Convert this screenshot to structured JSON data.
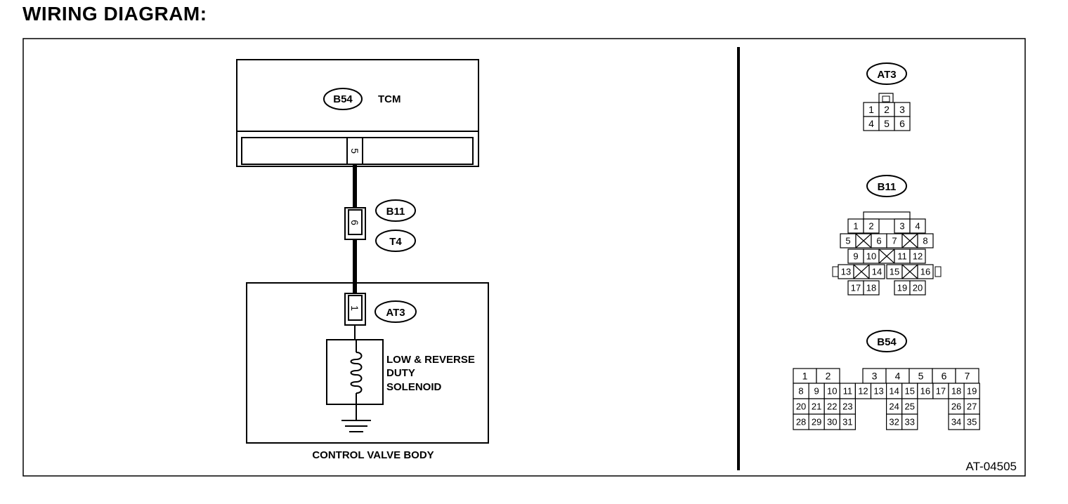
{
  "page_title": "WIRING DIAGRAM:",
  "figure_code": "AT-04505",
  "circuit": {
    "tcm": {
      "connector": "B54",
      "label": "TCM",
      "pin": "5"
    },
    "harness": {
      "connector_a": "B11",
      "connector_b": "T4",
      "pin": "6"
    },
    "solenoid": {
      "connector": "AT3",
      "pin": "1",
      "label_lines": [
        "LOW & REVERSE",
        "DUTY",
        "SOLENOID"
      ]
    },
    "enclosure_label": "CONTROL VALVE BODY"
  },
  "connector_views": {
    "at3": {
      "name": "AT3",
      "rows": [
        [
          "1",
          "2",
          "3"
        ],
        [
          "4",
          "5",
          "6"
        ]
      ]
    },
    "b11": {
      "name": "B11",
      "row1": [
        "1",
        "2",
        "3",
        "4"
      ],
      "row2": [
        "5",
        "6",
        "7",
        "8"
      ],
      "row3": [
        "9",
        "10",
        "11",
        "12"
      ],
      "row4": [
        "13",
        "14",
        "15",
        "16"
      ],
      "row5": [
        "17",
        "18",
        "19",
        "20"
      ]
    },
    "b54": {
      "name": "B54",
      "row1": [
        "1",
        "2",
        "3",
        "4",
        "5",
        "6",
        "7"
      ],
      "row2": [
        "8",
        "9",
        "10",
        "11",
        "12",
        "13",
        "14",
        "15",
        "16",
        "17",
        "18",
        "19"
      ],
      "row3": [
        "20",
        "21",
        "22",
        "23",
        "24",
        "25",
        "26",
        "27"
      ],
      "row4": [
        "28",
        "29",
        "30",
        "31",
        "32",
        "33",
        "34",
        "35"
      ]
    }
  }
}
